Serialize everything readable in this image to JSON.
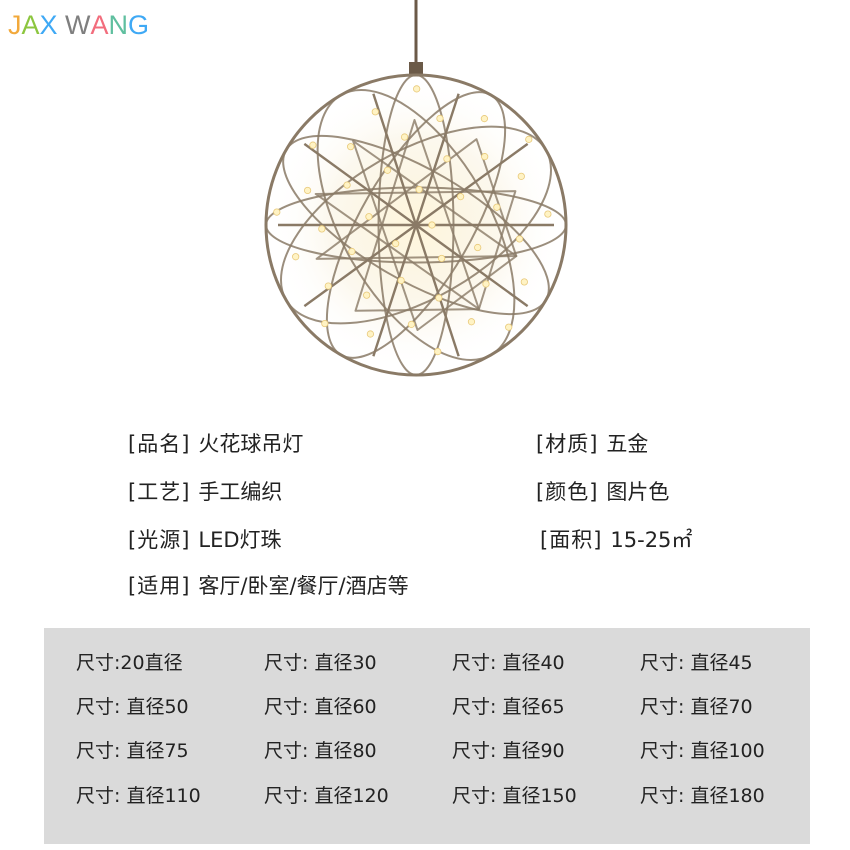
{
  "logo": {
    "text": "JAX WANG",
    "letter_colors": [
      "#f2a93b",
      "#8cc63f",
      "#3fa9f5",
      "#7f7f7f",
      "#f26d7d",
      "#5fbf9f",
      "#f7b733",
      "#8e6fd8"
    ]
  },
  "product_image": {
    "icon": "sphere-pendant-lamp-icon"
  },
  "specs": {
    "name": {
      "label": "[品名]",
      "value": "火花球吊灯"
    },
    "material": {
      "label": "[材质]",
      "value": "五金"
    },
    "craft": {
      "label": "[工艺]",
      "value": "手工编织"
    },
    "color": {
      "label": "[颜色]",
      "value": "图片色"
    },
    "light_source": {
      "label": "[光源]",
      "value": "LED灯珠"
    },
    "area": {
      "label": "[面积]",
      "value": "15-25㎡"
    },
    "usage": {
      "label": "[适用]",
      "value": "客厅/卧室/餐厅/酒店等"
    }
  },
  "sizes": [
    "尺寸:20直径",
    "尺寸: 直径30",
    "尺寸: 直径40",
    "尺寸: 直径45",
    "尺寸: 直径50",
    "尺寸: 直径60",
    "尺寸: 直径65",
    "尺寸: 直径70",
    "尺寸: 直径75",
    "尺寸: 直径80",
    "尺寸: 直径90",
    "尺寸: 直径100",
    "尺寸: 直径110",
    "尺寸: 直径120",
    "尺寸: 直径150",
    "尺寸: 直径180"
  ],
  "colors": {
    "panel": "#dadada",
    "metal": "#8a7a66",
    "glow": "#fff3c4"
  }
}
